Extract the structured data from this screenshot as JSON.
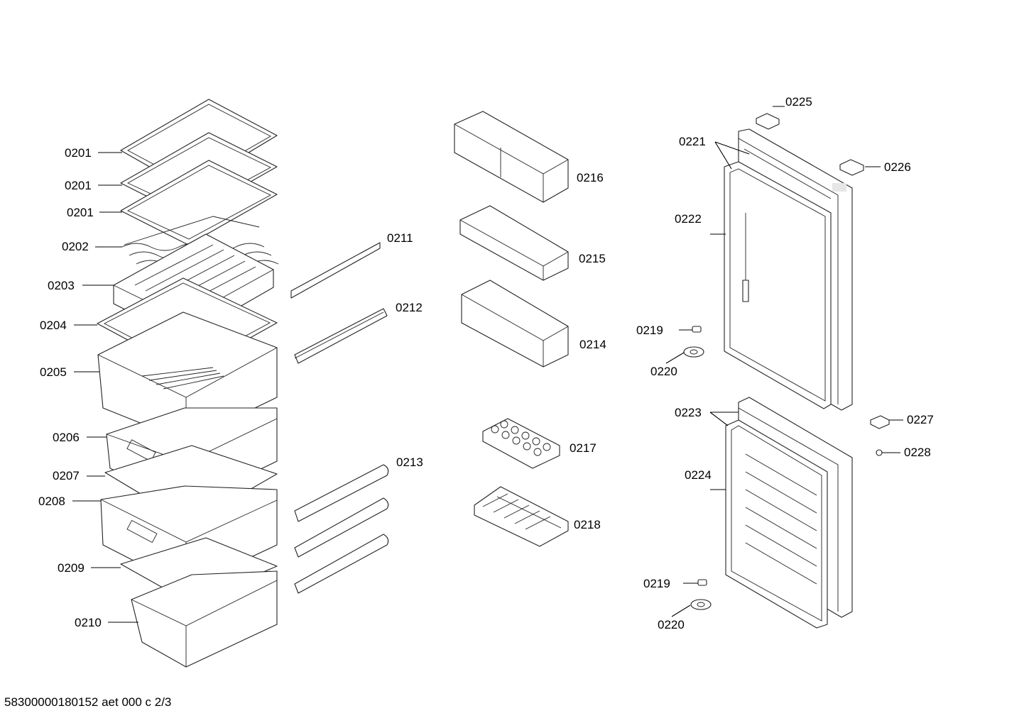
{
  "footer": "58300000180152 aet 000 c 2/3",
  "labels": {
    "p0201a": "0201",
    "p0201b": "0201",
    "p0201c": "0201",
    "p0202": "0202",
    "p0203": "0203",
    "p0204": "0204",
    "p0205": "0205",
    "p0206": "0206",
    "p0207": "0207",
    "p0208": "0208",
    "p0209": "0209",
    "p0210": "0210",
    "p0211": "0211",
    "p0212": "0212",
    "p0213": "0213",
    "p0214": "0214",
    "p0215": "0215",
    "p0216": "0216",
    "p0217": "0217",
    "p0218": "0218",
    "p0219a": "0219",
    "p0219b": "0219",
    "p0220a": "0220",
    "p0220b": "0220",
    "p0221": "0221",
    "p0222": "0222",
    "p0223": "0223",
    "p0224": "0224",
    "p0225": "0225",
    "p0226": "0226",
    "p0227": "0227",
    "p0228": "0228"
  }
}
